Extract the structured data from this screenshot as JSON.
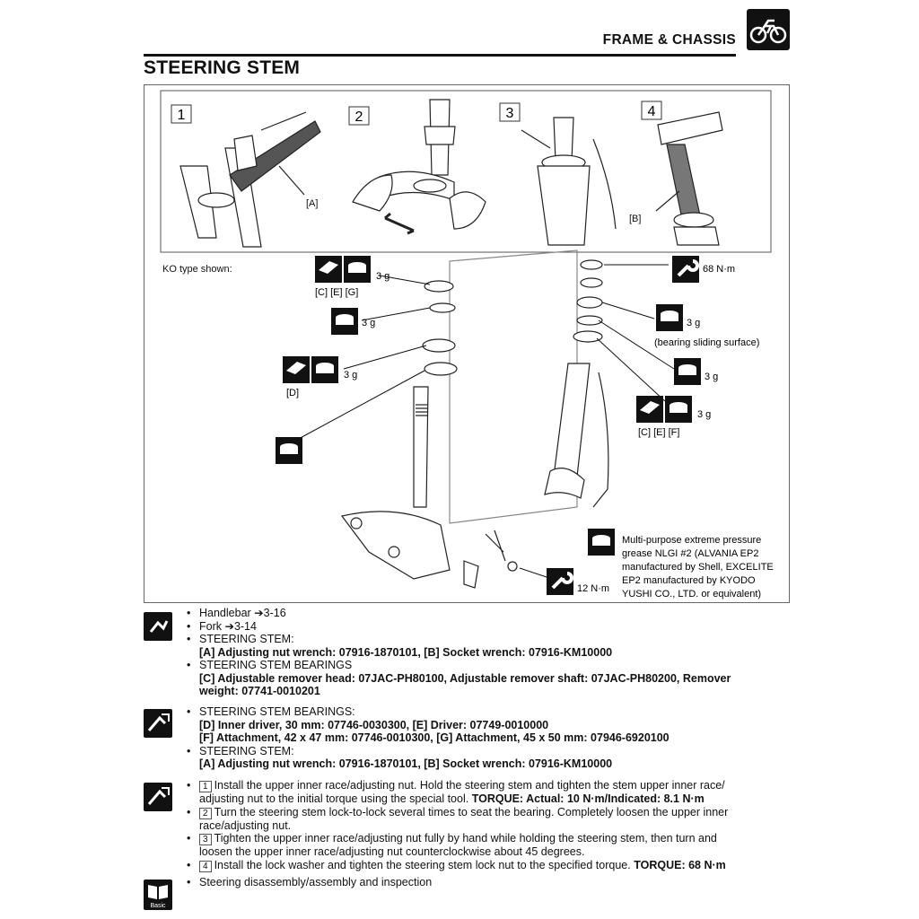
{
  "header": {
    "section": "FRAME & CHASSIS",
    "icon": "motorcycle-icon"
  },
  "page_title": "STEERING STEM",
  "figure": {
    "step_numbers": [
      "1",
      "2",
      "3",
      "4"
    ],
    "callout_A": "[A]",
    "callout_B": "[B]",
    "ko_note": "KO type shown:",
    "torque_top": "68 N·m",
    "torque_bottom": "12 N·m",
    "grease_3g": "3 g",
    "bearing_surface": "(bearing sliding surface)",
    "tool_labels_CEG": "[C]  [E]  [G]",
    "tool_labels_D": "[D]",
    "tool_labels_CEF": "[C]  [E]  [F]",
    "sp_tool": "SPtool",
    "grease": "Grease",
    "grease_note": [
      "Multi-purpose extreme pressure",
      "grease NLGI #2 (ALVANIA EP2",
      "manufactured by Shell, EXCELITE",
      "EP2 manufactured by KYODO",
      "YUSHI CO., LTD. or equivalent)"
    ]
  },
  "removal": {
    "items": [
      "Handlebar ➔3-16",
      "Fork ➔3-14",
      "STEERING STEM:"
    ],
    "stem_tools": "[A] Adjusting nut wrench: 07916-1870101, [B] Socket wrench: 07916-KM10000",
    "bearings_heading": "STEERING STEM BEARINGS",
    "bearings_tools_1": "[C] Adjustable remover head: 07JAC-PH80100, Adjustable remover shaft: 07JAC-PH80200, Remover",
    "bearings_tools_2": "weight: 07741-0010201"
  },
  "installation": {
    "bearings_heading": "STEERING STEM BEARINGS:",
    "tools_1": "[D] Inner driver, 30 mm: 07746-0030300, [E] Driver: 07749-0010000",
    "tools_2": "[F] Attachment, 42 x 47 mm: 07746-0010300, [G] Attachment, 45 x 50 mm: 07946-6920100",
    "stem_heading": "STEERING STEM:",
    "stem_tools": "[A] Adjusting nut wrench: 07916-1870101, [B] Socket wrench: 07916-KM10000"
  },
  "procedure": {
    "step1_a": "Install the upper inner race/adjusting nut. Hold the steering stem and tighten the stem upper inner race/",
    "step1_b": "adjusting nut to the initial torque using the special tool.",
    "step1_torque": "TORQUE: Actual: 10 N·m/Indicated: 8.1 N·m",
    "step2_a": "Turn the steering stem lock-to-lock several times to seat the bearing. Completely loosen the upper inner",
    "step2_b": "race/adjusting nut.",
    "step3_a": "Tighten the upper inner race/adjusting nut fully by hand while holding the steering stem, then turn and",
    "step3_b": "loosen the upper inner race/adjusting nut counterclockwise about 45 degrees.",
    "step4_a": "Install the lock washer and tighten the steering stem lock nut to the specified torque.",
    "step4_torque": "TORQUE: 68 N·m",
    "nums": [
      "1",
      "2",
      "3",
      "4"
    ]
  },
  "basic": {
    "item": "Steering disassembly/assembly and inspection",
    "icon_label": "Basic"
  },
  "bullet": "•"
}
